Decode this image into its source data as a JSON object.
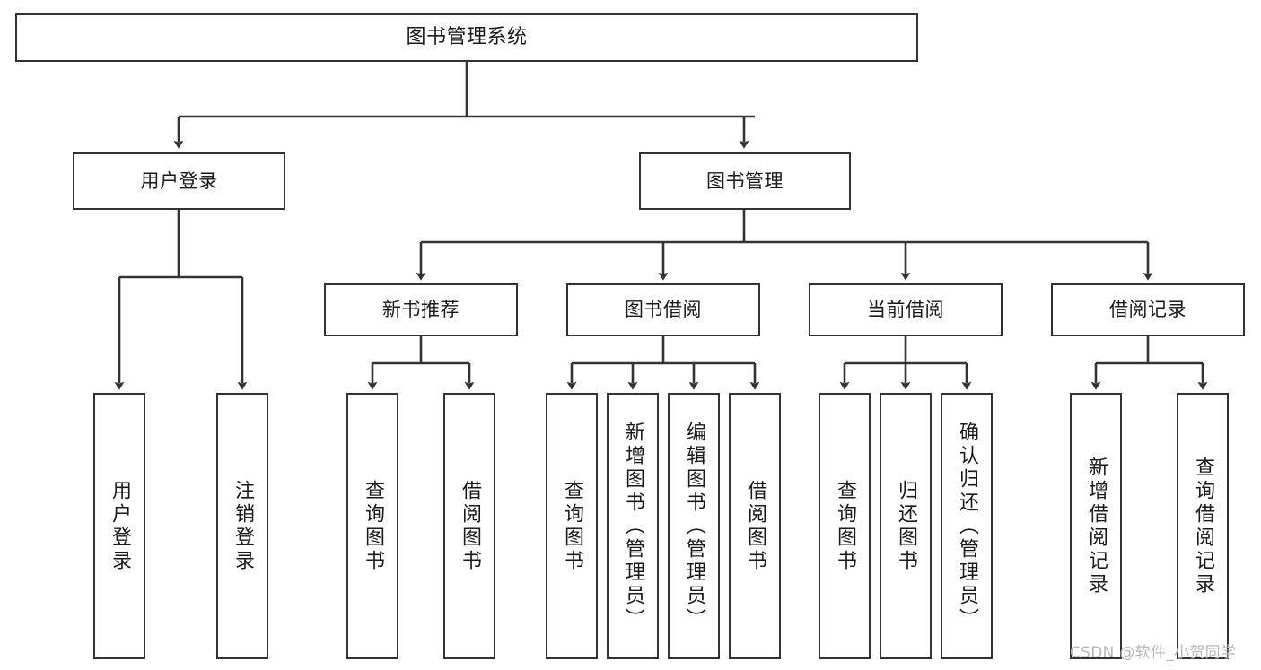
{
  "diagram": {
    "type": "hierarchy-tree",
    "title": "图书管理系统",
    "orientation": "top-down",
    "colors": {
      "box_border": "#333333",
      "box_fill": "#ffffff",
      "connector": "#333333",
      "text": "#1a1a1a",
      "watermark": "#b9b9b9"
    },
    "levels": {
      "root": {
        "label": "图书管理系统"
      },
      "level2": [
        {
          "label": "用户登录"
        },
        {
          "label": "图书管理"
        }
      ],
      "level3": [
        {
          "label": "新书推荐"
        },
        {
          "label": "图书借阅"
        },
        {
          "label": "当前借阅"
        },
        {
          "label": "借阅记录"
        }
      ],
      "leaves": [
        {
          "label": "用户登录"
        },
        {
          "label": "注销登录"
        },
        {
          "label": "查询图书"
        },
        {
          "label": "借阅图书"
        },
        {
          "label": "查询图书"
        },
        {
          "label": "新增图书（管理员）"
        },
        {
          "label": "编辑图书（管理员）"
        },
        {
          "label": "借阅图书"
        },
        {
          "label": "查询图书"
        },
        {
          "label": "归还图书"
        },
        {
          "label": "确认归还（管理员）"
        },
        {
          "label": "新增借阅记录"
        },
        {
          "label": "查询借阅记录"
        }
      ]
    },
    "tree": {
      "label": "图书管理系统",
      "children": [
        {
          "label": "用户登录",
          "children": [
            {
              "label": "用户登录"
            },
            {
              "label": "注销登录"
            }
          ]
        },
        {
          "label": "图书管理",
          "children": [
            {
              "label": "新书推荐",
              "children": [
                {
                  "label": "查询图书"
                },
                {
                  "label": "借阅图书"
                }
              ]
            },
            {
              "label": "图书借阅",
              "children": [
                {
                  "label": "查询图书"
                },
                {
                  "label": "新增图书（管理员）"
                },
                {
                  "label": "编辑图书（管理员）"
                },
                {
                  "label": "借阅图书"
                }
              ]
            },
            {
              "label": "当前借阅",
              "children": [
                {
                  "label": "查询图书"
                },
                {
                  "label": "归还图书"
                },
                {
                  "label": "确认归还（管理员）"
                }
              ]
            },
            {
              "label": "借阅记录",
              "children": [
                {
                  "label": "新增借阅记录"
                },
                {
                  "label": "查询借阅记录"
                }
              ]
            }
          ]
        }
      ]
    }
  },
  "watermark": {
    "text": "CSDN @软件_小贺同学"
  }
}
